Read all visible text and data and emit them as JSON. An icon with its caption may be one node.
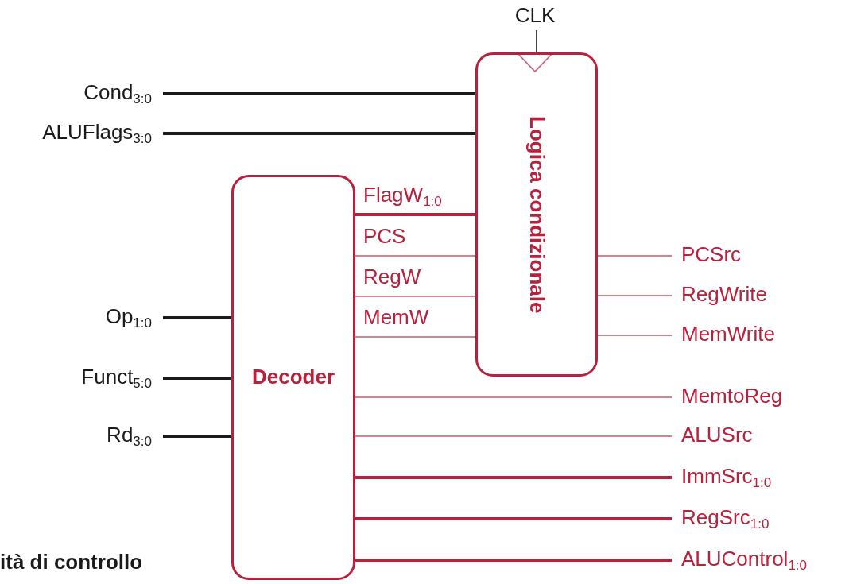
{
  "diagram": {
    "nodes": [
      {
        "text": [
          "CLK"
        ]
      },
      {
        "text": [
          "Logica condizionale"
        ]
      },
      {
        "text": [
          "Decoder"
        ]
      },
      {
        "text": [
          "Cond$_{3:0}$"
        ]
      },
      {
        "text": [
          "ALUFlags$_{3:0}$"
        ]
      },
      {
        "text": [
          "Op$_{1:0}$"
        ]
      },
      {
        "text": [
          "Funct$_{5:0}$"
        ]
      },
      {
        "text": [
          "Rd$_{3:0}$"
        ]
      },
      {
        "text": [
          "PCSrc"
        ]
      },
      {
        "text": [
          "RegWrite"
        ]
      },
      {
        "text": [
          "MemWrite"
        ]
      },
      {
        "text": [
          "MemtoReg"
        ]
      },
      {
        "text": [
          "ALUSrc"
        ]
      },
      {
        "text": [
          "ImmSrc$_{1:0}$"
        ]
      },
      {
        "text": [
          "RegSrc$_{1:0}$"
        ]
      },
      {
        "text": [
          "ALUControl$_{1:0}$"
        ]
      }
    ],
    "edges": [
      {
        "from": 0,
        "to": 1,
        "arrow": "none",
        "color": "#1a1a1a"
      },
      {
        "from": 3,
        "to": 1,
        "arrow": "none",
        "style": "thick",
        "color": "#1a1a1a"
      },
      {
        "from": 4,
        "to": 1,
        "arrow": "none",
        "style": "thick",
        "color": "#1a1a1a"
      },
      {
        "from": 2,
        "to": 1,
        "arrow": "none",
        "label": "FlagW$_{1:0}$",
        "style": "thick"
      },
      {
        "from": 2,
        "to": 1,
        "arrow": "none",
        "label": "PCS"
      },
      {
        "from": 2,
        "to": 1,
        "arrow": "none",
        "label": "RegW"
      },
      {
        "from": 2,
        "to": 1,
        "arrow": "none",
        "label": "MemW"
      },
      {
        "from": 5,
        "to": 2,
        "arrow": "none",
        "style": "thick",
        "color": "#1a1a1a"
      },
      {
        "from": 6,
        "to": 2,
        "arrow": "none",
        "style": "thick",
        "color": "#1a1a1a"
      },
      {
        "from": 7,
        "to": 2,
        "arrow": "none",
        "style": "thick",
        "color": "#1a1a1a"
      },
      {
        "from": 1,
        "to": 8,
        "arrow": "none"
      },
      {
        "from": 1,
        "to": 9,
        "arrow": "none"
      },
      {
        "from": 1,
        "to": 10,
        "arrow": "none"
      },
      {
        "from": 2,
        "to": 11,
        "arrow": "none"
      },
      {
        "from": 2,
        "to": 12,
        "arrow": "none"
      },
      {
        "from": 2,
        "to": 13,
        "arrow": "none",
        "style": "thick"
      },
      {
        "from": 2,
        "to": 14,
        "arrow": "none",
        "style": "thick"
      },
      {
        "from": 2,
        "to": 15,
        "arrow": "none",
        "style": "thick"
      }
    ],
    "labels": [
      "ità di controllo"
    ]
  }
}
